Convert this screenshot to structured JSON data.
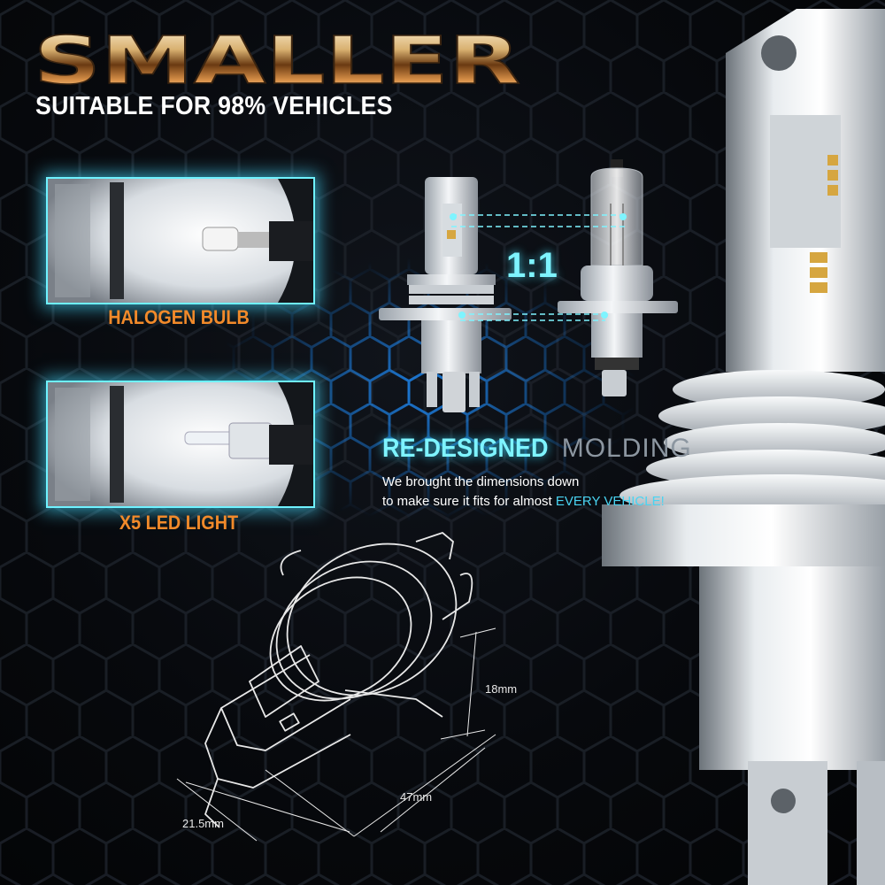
{
  "banner": {
    "headline": "SMALLER",
    "subheadline": "SUITABLE FOR 98% VEHICLES"
  },
  "comparison": {
    "panels": [
      {
        "label": "HALOGEN BULB"
      },
      {
        "label": "X5 LED LIGHT"
      }
    ],
    "ratio": "1:1"
  },
  "feature": {
    "title_strong": "RE-DESIGNED",
    "title_light": "MOLDING",
    "body_line1": "We brought the dimensions down",
    "body_line2_prefix": "to make sure it fits  for almost",
    "body_highlight": "EVERY VEHICLE!"
  },
  "dimensions": {
    "width": "18mm",
    "length": "47mm",
    "diameter": "21.5mm"
  },
  "colors": {
    "accent_cyan": "#6ff2ff",
    "caption_orange": "#f28a2a",
    "background": "#05070a"
  }
}
